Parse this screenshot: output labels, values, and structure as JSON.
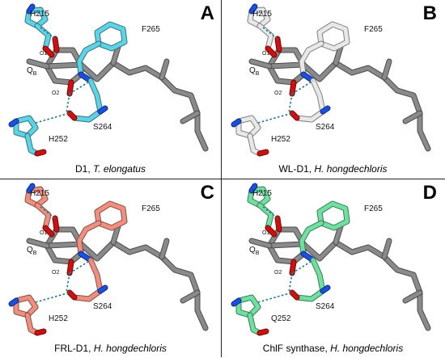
{
  "colors": {
    "backbone": "#8a8a8a",
    "oxygen": "#d01010",
    "nitrogen": "#1a4fe0",
    "hbond": "#1a7a8a"
  },
  "panels": [
    {
      "letter": "A",
      "caption_plain": "D1, ",
      "caption_italic": "T. elongatus",
      "color": "#5fd3e6",
      "labels": {
        "top": "H215",
        "phe": "F265",
        "o1": "O1",
        "qb": "Q",
        "qb_sub": "B",
        "o2": "O2",
        "ser": "S264",
        "bottom": "H252"
      }
    },
    {
      "letter": "B",
      "caption_plain": "WL-D1, ",
      "caption_italic": "H. hongdechloris",
      "color": "#e8e8e8",
      "labels": {
        "top": "H215",
        "phe": "F265",
        "o1": "O1",
        "qb": "Q",
        "qb_sub": "B",
        "o2": "O2",
        "ser": "S264",
        "bottom": "H252"
      }
    },
    {
      "letter": "C",
      "caption_plain": "FRL-D1, ",
      "caption_italic": "H. hongdechloris",
      "color": "#f08f80",
      "labels": {
        "top": "H215",
        "phe": "F265",
        "o1": "O1",
        "qb": "Q",
        "qb_sub": "B",
        "o2": "O2",
        "ser": "S264",
        "bottom": "H252"
      }
    },
    {
      "letter": "D",
      "caption_plain": "ChlF synthase, ",
      "caption_italic": "H. hongdechloris",
      "color": "#6fe0a0",
      "labels": {
        "top": "H215",
        "phe": "F265",
        "o1": "O1",
        "qb": "Q",
        "qb_sub": "B",
        "o2": "O2",
        "ser": "S264",
        "bottom": "Q252"
      }
    }
  ]
}
